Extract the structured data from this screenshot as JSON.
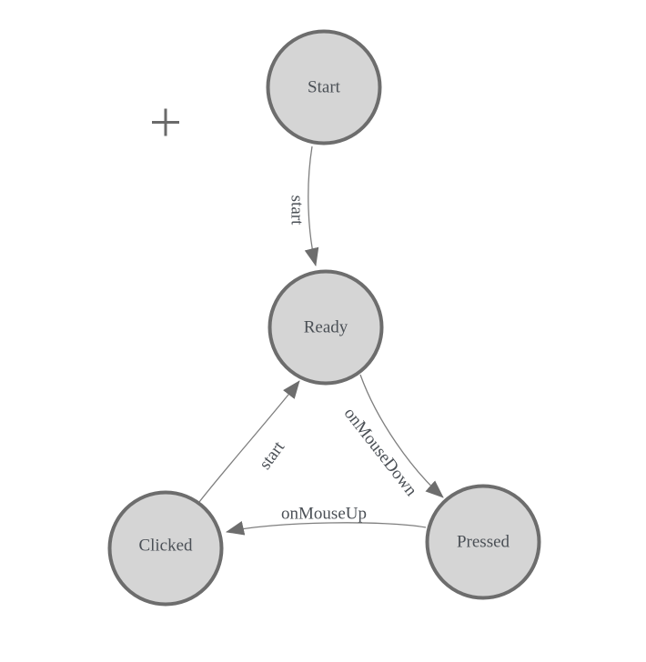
{
  "palette": {
    "background": "#ffffff",
    "node_fill": "#d5d5d5",
    "node_stroke": "#6d6d6d",
    "edge_stroke": "#7f7f7f",
    "arrow_fill": "#6d6d6d",
    "label_color": "#4b5056",
    "crosshair_color": "#6a6a6a"
  },
  "icons": {
    "crosshair": "+"
  },
  "nodes": [
    {
      "id": "start",
      "label": "Start"
    },
    {
      "id": "ready",
      "label": "Ready"
    },
    {
      "id": "clicked",
      "label": "Clicked"
    },
    {
      "id": "pressed",
      "label": "Pressed"
    }
  ],
  "edges": [
    {
      "from": "Start",
      "to": "Ready",
      "label": "start"
    },
    {
      "from": "Ready",
      "to": "Pressed",
      "label": "onMouseDown"
    },
    {
      "from": "Pressed",
      "to": "Clicked",
      "label": "onMouseUp"
    },
    {
      "from": "Clicked",
      "to": "Ready",
      "label": "start"
    }
  ]
}
